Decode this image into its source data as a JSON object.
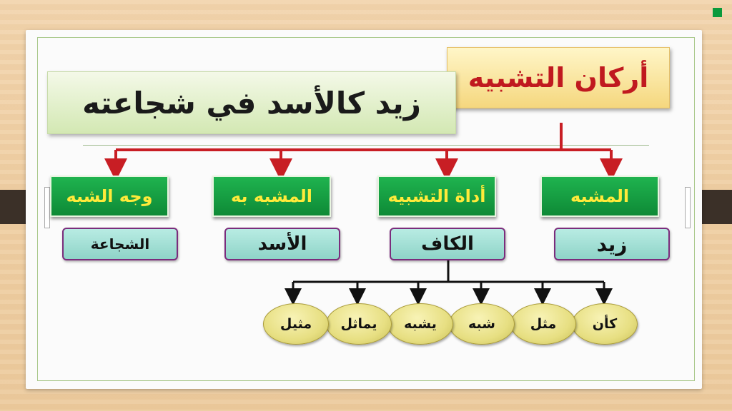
{
  "title": "أركان التشبيه",
  "example": "زيد كالأسد في شجاعته",
  "elements": [
    {
      "heading": "المشبه",
      "value": "زيد"
    },
    {
      "heading": "أداة التشبيه",
      "value": "الكاف"
    },
    {
      "heading": "المشبه به",
      "value": "الأسد"
    },
    {
      "heading": "وجه الشبه",
      "value": "الشجاعة"
    }
  ],
  "tools": [
    "كأن",
    "مثل",
    "شبه",
    "يشبه",
    "يماثل",
    "مثيل"
  ],
  "colors": {
    "title_text": "#c0191f",
    "heading_bg": "#119640",
    "heading_text": "#ffea3a",
    "arrow_red": "#c81e24",
    "value_border": "#7b2c7c"
  }
}
